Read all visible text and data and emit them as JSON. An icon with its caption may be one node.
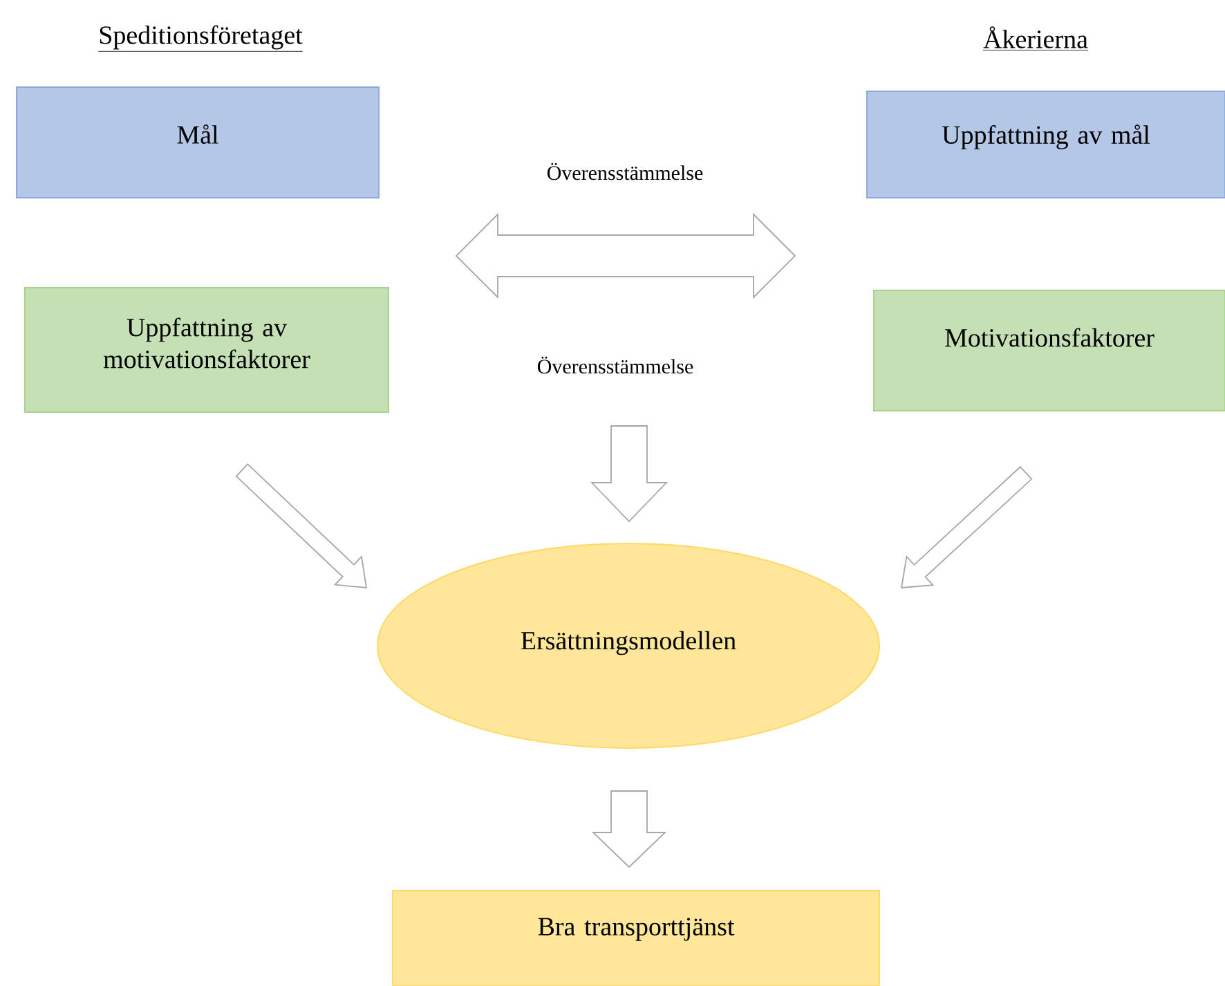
{
  "diagram": {
    "nodes": [
      {
        "text": [
          "Mål"
        ]
      },
      {
        "text": [
          "Uppfattning av mål"
        ]
      },
      {
        "text": [
          "Uppfattning av motivationsfaktorer"
        ]
      },
      {
        "text": [
          "Motivationsfaktorer"
        ]
      },
      {
        "text": [
          "Ersättningsmodellen"
        ]
      },
      {
        "text": [
          "Bra transporttjänst"
        ]
      }
    ],
    "edges": [
      {
        "from": 0,
        "to": 1,
        "arrow": "both",
        "label": "Överensstämmelse"
      },
      {
        "from": 2,
        "to": 3,
        "arrow": "both",
        "label": "Överensstämmelse"
      },
      {
        "from": null,
        "to": 4,
        "arrow": "to"
      },
      {
        "from": 2,
        "to": 4,
        "arrow": "to"
      },
      {
        "from": 3,
        "to": 4,
        "arrow": "to"
      },
      {
        "from": 4,
        "to": 5,
        "arrow": "to"
      }
    ],
    "labels": [
      "Speditionsföretaget",
      "Åkerierna"
    ]
  }
}
